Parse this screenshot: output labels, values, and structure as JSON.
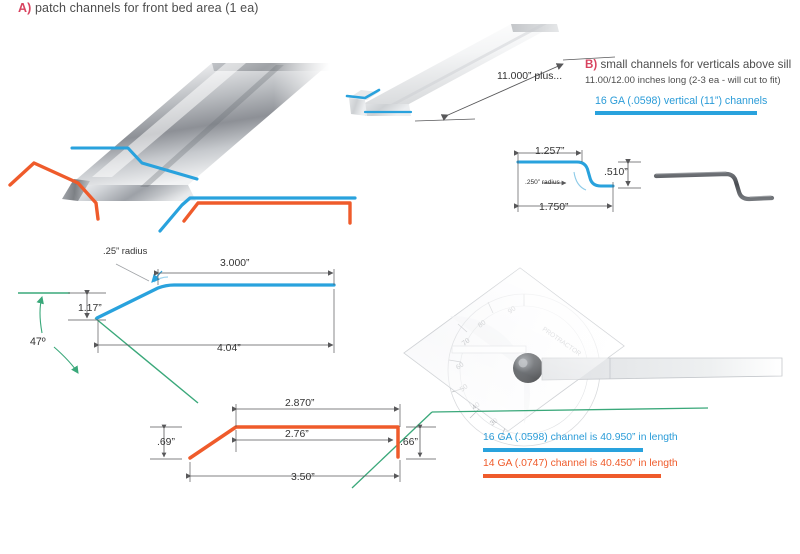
{
  "sections": {
    "a": {
      "tag": "A)",
      "title": " patch channels for front bed area (1 ea)"
    },
    "b": {
      "tag": "B)",
      "title": " small channels for verticals above sill",
      "subtitle": "11.00/12.00 inches long (2-3 ea - will cut to fit)",
      "note": "16 GA (.0598) vertical (11”) channels"
    }
  },
  "legend": [
    {
      "label": "16 GA (.0598) channel is 40.950” in length",
      "color": "#29a2dd",
      "gauge": "16 GA",
      "thickness": ".0598",
      "length": "40.950”"
    },
    {
      "label": "14 GA (.0747) channel is 40.450” in length",
      "color": "#ef5b2b",
      "gauge": "14 GA",
      "thickness": ".0747",
      "length": "40.450”"
    }
  ],
  "dimensions": {
    "iso_length": "11.000” plus...",
    "small_channel": {
      "top_flange": "1.257”",
      "leg_height": ".510”",
      "overall_width": "1.750”",
      "radius": ".250” radius"
    },
    "blue_profile": {
      "radius": ".25” radius",
      "flat_top": "3.000”",
      "rise": "1.17”",
      "angle": "47º",
      "overall": "4.04”"
    },
    "orange_profile": {
      "top_inner": "2.870”",
      "top_lower": "2.76”",
      "overall": "3.50”",
      "left_leg": ".69”",
      "right_leg": ".66”"
    }
  },
  "colors": {
    "blue": "#29a2dd",
    "orange": "#ef5b2b",
    "green": "#3aa87a",
    "crimson": "#d8435f",
    "dim_line": "#58585a",
    "text": "#4d4d4d"
  },
  "graphics": {
    "iso_channel_14ga": "isometric-steel-channel-render",
    "iso_channel_16ga": "isometric-white-channel-render",
    "photo_bent_part": "photo-bent-metal-channel",
    "photo_protractor": "photo-protractor-angle-finder"
  }
}
